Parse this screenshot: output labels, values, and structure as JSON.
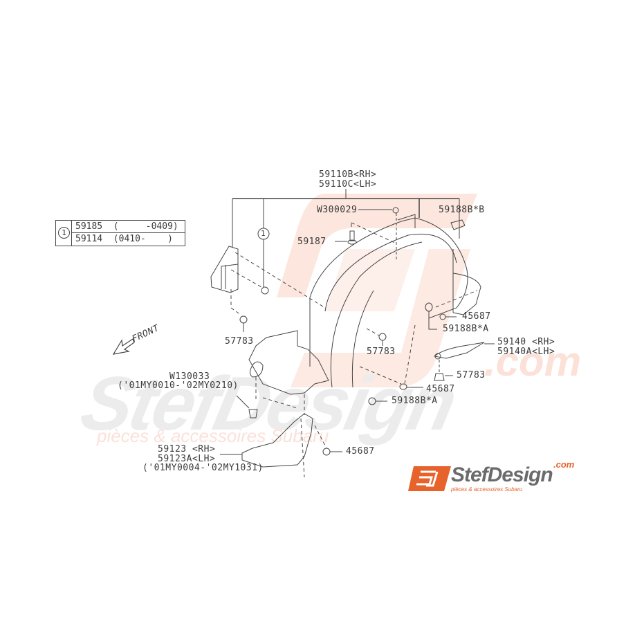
{
  "diagram": {
    "type": "exploded parts diagram",
    "subject": "Front fender liner / mud guard assembly",
    "main_part": {
      "label_rh": "59110B<RH>",
      "label_lh": "59110C<LH>"
    },
    "legend_table": {
      "ref_marker": "1",
      "rows": [
        {
          "part": "59185",
          "range": "(     -0409)"
        },
        {
          "part": "59114",
          "range": "(0410-    )"
        }
      ]
    },
    "callouts": [
      {
        "id": "w300029",
        "text": "W300029"
      },
      {
        "id": "59187",
        "text": "59187"
      },
      {
        "id": "59188b-b",
        "text": "59188B*B"
      },
      {
        "id": "ref-1",
        "text": "1"
      },
      {
        "id": "57783-left",
        "text": "57783"
      },
      {
        "id": "57783-center",
        "text": "57783"
      },
      {
        "id": "45687-upper",
        "text": "45687"
      },
      {
        "id": "59188b-a-upper",
        "text": "59188B*A"
      },
      {
        "id": "59140-rh",
        "text": "59140 <RH>"
      },
      {
        "id": "59140a-lh",
        "text": "59140A<LH>"
      },
      {
        "id": "57783-right",
        "text": "57783"
      },
      {
        "id": "45687-mid",
        "text": "45687"
      },
      {
        "id": "59188b-a-lower",
        "text": "59188B*A"
      },
      {
        "id": "w130033",
        "text": "W130033"
      },
      {
        "id": "w130033-range",
        "text": "('01MY0010-'02MY0210)"
      },
      {
        "id": "59123-rh",
        "text": "59123 <RH>"
      },
      {
        "id": "59123a-lh",
        "text": "59123A<LH>"
      },
      {
        "id": "59123-range",
        "text": "('01MY0004-'02MY1031)"
      },
      {
        "id": "45687-lower",
        "text": "45687"
      }
    ],
    "direction_marker": {
      "text": "FRONT",
      "icon": "arrow-front-icon"
    }
  },
  "watermark": {
    "brand": "StefDesign",
    "tld": ".com",
    "tagline": "pièces & accessoires Subaru",
    "brand_color": "#e8622c",
    "watermark_tint": "#fbe1d8",
    "gray_tint": "#ececec"
  },
  "logo": {
    "mark": "SJ",
    "name": "StefDesign",
    "tld": ".com",
    "tagline": "pièces & accessoires Subaru",
    "mark_color": "#e8622c",
    "name_color": "#6b6b6b"
  }
}
